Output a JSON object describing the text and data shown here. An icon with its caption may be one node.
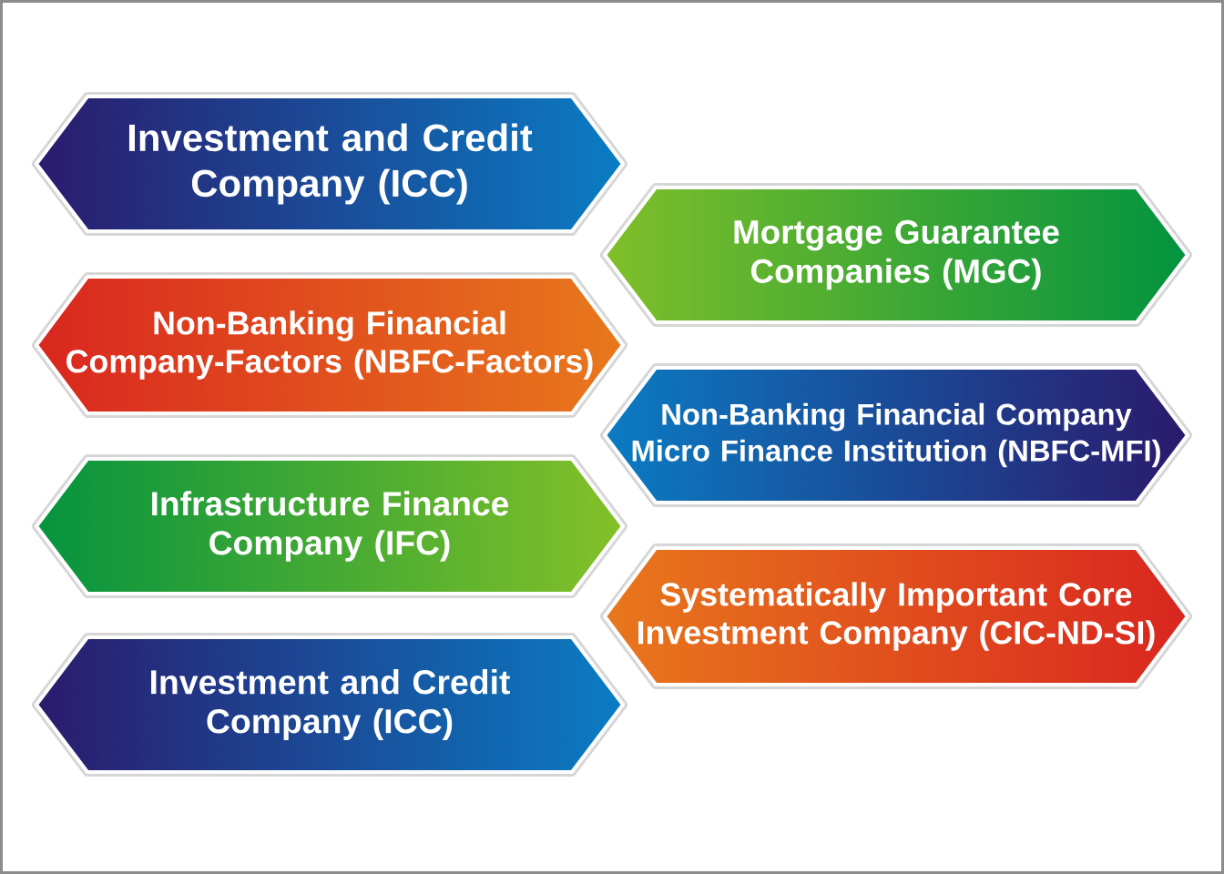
{
  "diagram": {
    "nodes": [
      {
        "text": [
          "Investment and Credit Company (ICC)"
        ]
      },
      {
        "text": [
          "Mortgage Guarantee Companies (MGC)"
        ]
      },
      {
        "text": [
          "Non-Banking Financial Company-Factors (NBFC-Factors)"
        ]
      },
      {
        "text": [
          "Non-Banking Financial Company Micro Finance Institution (NBFC-MFI)"
        ]
      },
      {
        "text": [
          "Infrastructure Finance Company (IFC)"
        ]
      },
      {
        "text": [
          "Systematically Important Core Investment Company (CIC-ND-SI)"
        ]
      },
      {
        "text": [
          "Investment and Credit Company (ICC)"
        ]
      }
    ]
  }
}
